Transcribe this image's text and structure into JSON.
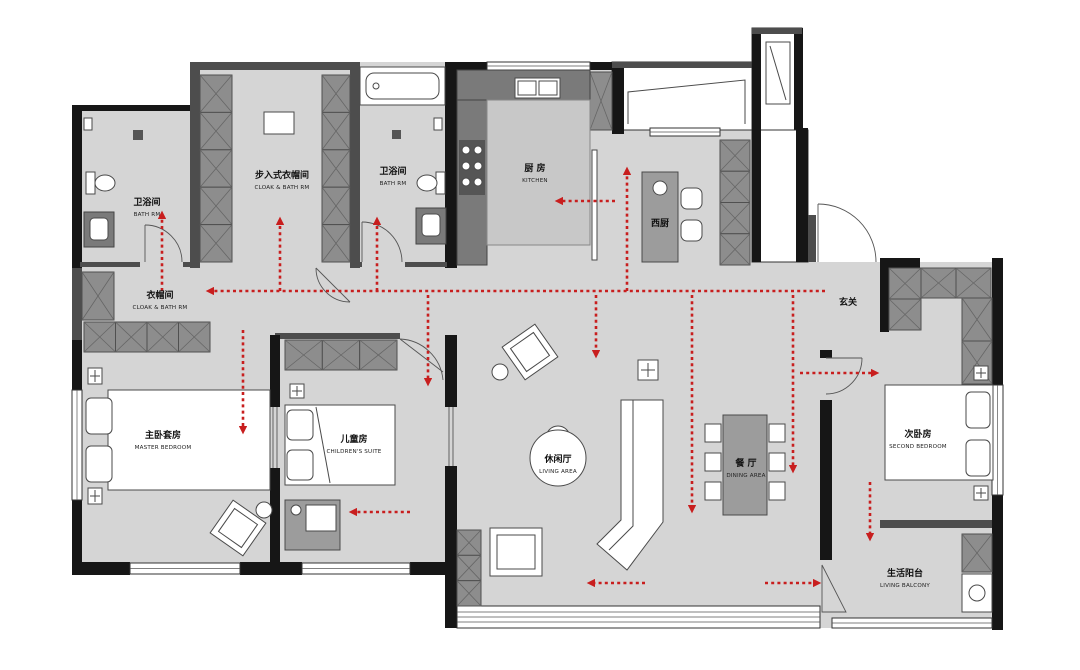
{
  "rooms": {
    "bath_1": {
      "zh": "卫浴间",
      "en": "BATH RM"
    },
    "walk_in_closet": {
      "zh": "步入式衣帽间",
      "en": "CLOAK & BATH RM"
    },
    "bath_2": {
      "zh": "卫浴间",
      "en": "BATH RM"
    },
    "kitchen": {
      "zh": "厨 房",
      "en": "KITCHEN"
    },
    "western_kitchen": {
      "zh": "西厨"
    },
    "cloakroom": {
      "zh": "衣帽间",
      "en": "CLOAK & BATH RM"
    },
    "foyer": {
      "zh": "玄关"
    },
    "master_bedroom": {
      "zh": "主卧套房",
      "en": "MASTER BEDROOM"
    },
    "childrens_suite": {
      "zh": "儿童房",
      "en": "CHILDREN'S SUITE"
    },
    "living_area": {
      "zh": "休闲厅",
      "en": "LIVING AREA"
    },
    "dining_area": {
      "zh": "餐 厅",
      "en": "DINING AREA"
    },
    "second_bedroom": {
      "zh": "次卧房",
      "en": "SECOND BEDROOM"
    },
    "living_balcony": {
      "zh": "生活阳台",
      "en": "LIVING BALCONY"
    }
  },
  "colors": {
    "floor": "#d5d5d5",
    "wall": "#161616",
    "cabinet": "#8d8d8d",
    "circulation_arrow": "#c81e1e"
  }
}
